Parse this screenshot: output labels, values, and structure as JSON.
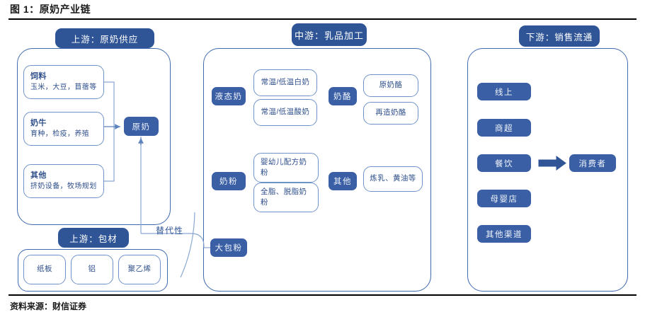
{
  "figure": {
    "title": "图 1：原奶产业链",
    "source": "资料来源：财信证券"
  },
  "upstream_supply": {
    "header": "上游：原奶供应",
    "items": [
      {
        "title": "饲料",
        "sub": "玉米，大豆，苜蓿等"
      },
      {
        "title": "奶牛",
        "sub": "育种，检疫，养殖"
      },
      {
        "title": "其他",
        "sub": "挤奶设备，牧场规划"
      }
    ],
    "output": "原奶"
  },
  "upstream_packaging": {
    "header": "上游：包材",
    "items": [
      "纸板",
      "铝",
      "聚乙烯"
    ]
  },
  "midstream": {
    "header": "中游：乳品加工",
    "groups": [
      {
        "label": "液态奶",
        "items": [
          "常温/低温白奶",
          "常温/低温酸奶"
        ]
      },
      {
        "label": "奶酪",
        "items": [
          "原奶酪",
          "再造奶酪"
        ]
      },
      {
        "label": "奶粉",
        "items": [
          "婴幼儿配方奶粉",
          "全脂、脱脂奶粉"
        ]
      },
      {
        "label": "其他",
        "items": [
          "炼乳、黄油等"
        ]
      }
    ],
    "bulk_powder": "大包粉"
  },
  "downstream": {
    "header": "下游：销售流通",
    "channels": [
      "线上",
      "商超",
      "餐饮",
      "母婴店",
      "其他渠道"
    ],
    "consumer": "消费者"
  },
  "annotations": {
    "substitution": "替代性"
  },
  "colors": {
    "header_fill": "#2f5597",
    "box_fill": "#3a5fa4",
    "outline": "#6f93c9",
    "panel_outline": "#3f6ab0",
    "connector": "#8aa8d2",
    "text_blue": "#2f4f8c"
  }
}
